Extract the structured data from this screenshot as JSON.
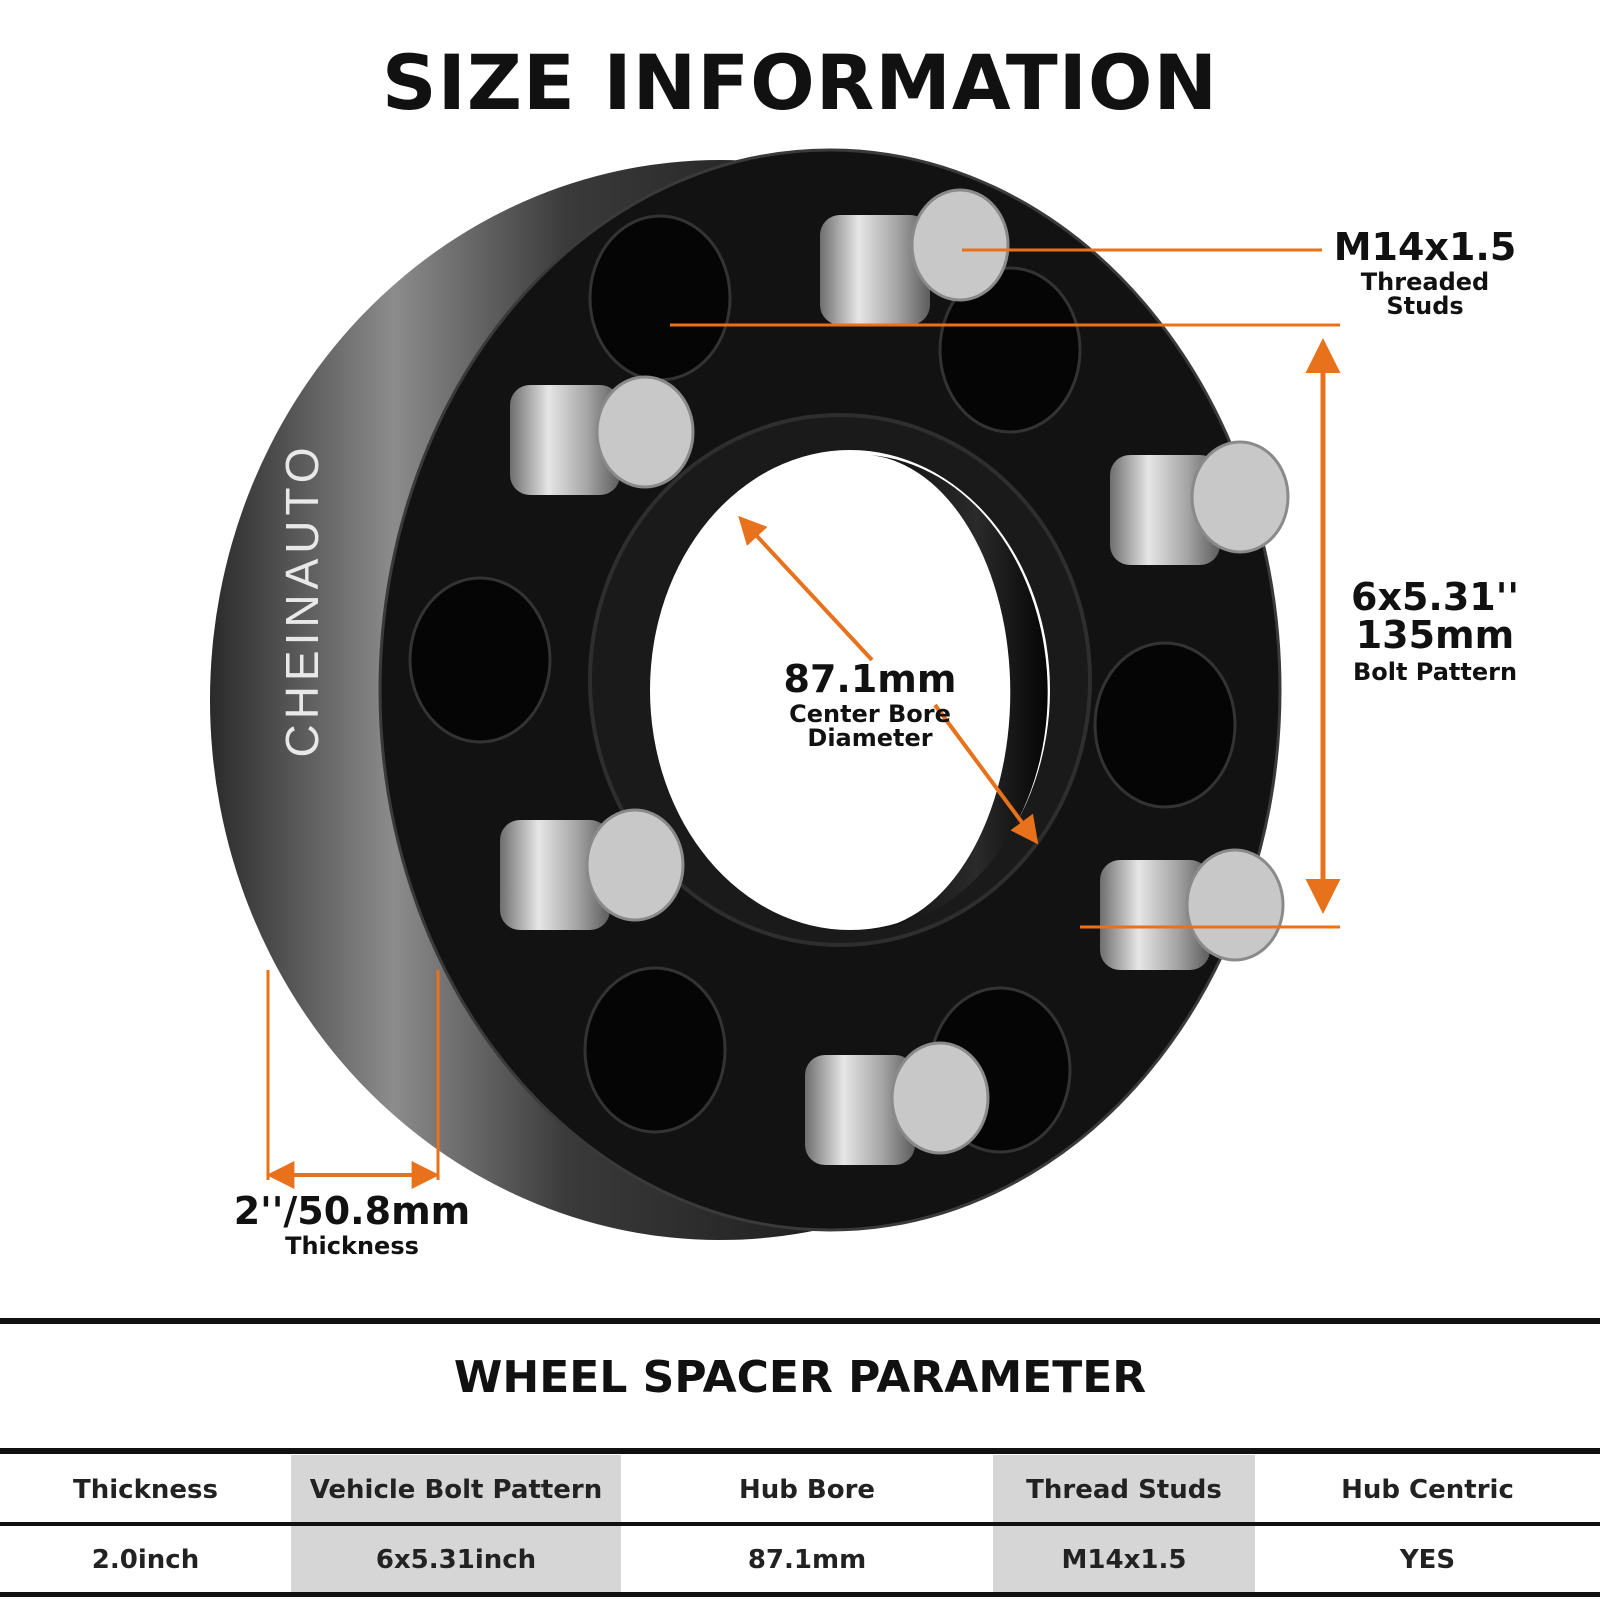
{
  "header": {
    "title": "SIZE INFORMATION"
  },
  "product": {
    "brand_mark": "CHEINAUTO",
    "stud_count": 6
  },
  "callouts": {
    "studs": {
      "value": "M14x1.5",
      "label": "Threaded Studs"
    },
    "bolt_pattern": {
      "value_inch": "6x5.31''",
      "value_mm": "135mm",
      "label": "Bolt Pattern"
    },
    "center_bore": {
      "value": "87.1mm",
      "label_line1": "Center Bore",
      "label_line2": "Diameter"
    },
    "thickness": {
      "value": "2''/50.8mm",
      "label": "Thickness"
    }
  },
  "parameters": {
    "title": "WHEEL SPACER PARAMETER",
    "headers": [
      "Thickness",
      "Vehicle Bolt Pattern",
      "Hub Bore",
      "Thread Studs",
      "Hub Centric"
    ],
    "values": [
      "2.0inch",
      "6x5.31inch",
      "87.1mm",
      "M14x1.5",
      "YES"
    ]
  },
  "colors": {
    "accent": "#e8711c",
    "spacer_body": "#121212",
    "stud_metal": "#b9b9b9",
    "cell_shade": "#d6d6d6",
    "text": "#111111"
  }
}
